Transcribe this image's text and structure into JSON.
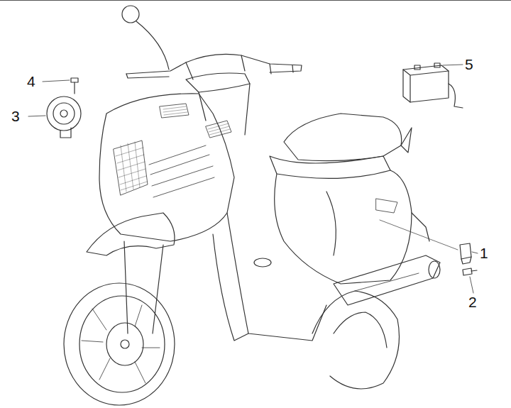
{
  "diagram": {
    "labels": [
      "4",
      "3",
      "5",
      "1",
      "2"
    ]
  }
}
